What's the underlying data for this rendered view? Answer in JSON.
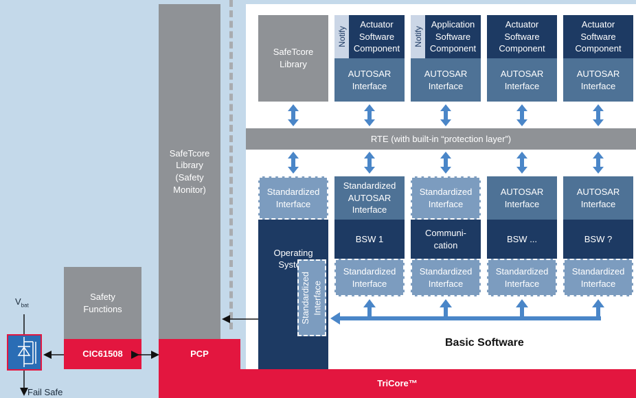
{
  "left_column": {
    "safetcore_monitor": "SafeTcore\nLibrary\n(Safety\nMonitor)",
    "pcp": "PCP",
    "safety_functions": "Safety\nFunctions",
    "cic": "CIC61508",
    "vbat_main": "V",
    "vbat_sub": "bat",
    "fail_safe": "Fail Safe\nCircuitry"
  },
  "application_layer": {
    "safetcore_library": "SafeTcore\nLibrary",
    "components": [
      {
        "notify": "Notify",
        "name": "Actuator\nSoftware\nComponent",
        "interface": "AUTOSAR\nInterface"
      },
      {
        "notify": "Notify",
        "name": "Application\nSoftware\nComponent",
        "interface": "AUTOSAR\nInterface"
      },
      {
        "notify": "",
        "name": "Actuator\nSoftware\nComponent",
        "interface": "AUTOSAR\nInterface"
      },
      {
        "notify": "",
        "name": "Actuator\nSoftware\nComponent",
        "interface": "AUTOSAR\nInterface"
      }
    ]
  },
  "rte": "RTE (with built-in “protection layer”)",
  "bsw": {
    "os_interface": "Standardized\nInterface",
    "os": "Operating\nSystem",
    "os_side_interface": "Standardized\nInterface",
    "modules": [
      {
        "upper": "Standardized\nAUTOSAR\nInterface",
        "name": "BSW 1",
        "lower": "Standardized\nInterface"
      },
      {
        "upper": "Standardized\nInterface",
        "name": "Communi-\ncation",
        "lower": "Standardized\nInterface"
      },
      {
        "upper": "AUTOSAR\nInterface",
        "name": "BSW ...",
        "lower": "Standardized\nInterface"
      },
      {
        "upper": "AUTOSAR\nInterface",
        "name": "BSW ?",
        "lower": "Standardized\nInterface"
      }
    ],
    "label": "Basic Software"
  },
  "tricore": "TriCore™",
  "colors": {
    "background": "#c4d9ea",
    "gray_block": "#8f9296",
    "navy": "#1d3a63",
    "interface_blue": "#4e7296",
    "dashed_interface_blue": "#7c9cbf",
    "red": "#e3163f",
    "arrow_blue": "#4a86c8"
  }
}
